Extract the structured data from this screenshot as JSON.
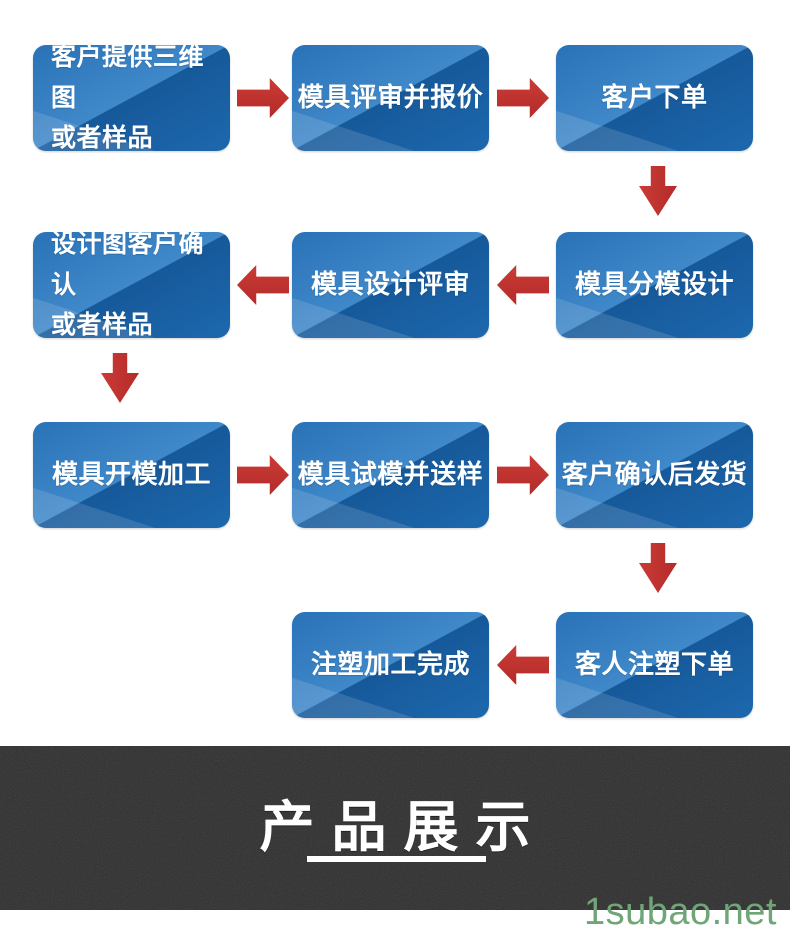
{
  "flowchart": {
    "boxes": [
      {
        "label": "客户提供三维图\n或者样品"
      },
      {
        "label": "模具评审并报价"
      },
      {
        "label": "客户下单"
      },
      {
        "label": "模具分模设计"
      },
      {
        "label": "模具设计评审"
      },
      {
        "label": "设计图客户确认\n或者样品"
      },
      {
        "label": "模具开模加工"
      },
      {
        "label": "模具试模并送样"
      },
      {
        "label": "客户确认后发货"
      },
      {
        "label": "客人注塑下单"
      },
      {
        "label": "注塑加工完成"
      }
    ],
    "colors": {
      "box_blue_light": "#3f88c9",
      "box_blue_dark": "#16599a",
      "arrow_red": "#c0322f",
      "text": "#ffffff"
    }
  },
  "banner": {
    "title": "产品展示",
    "background": "#2e2e2e",
    "text_color": "#ffffff"
  },
  "watermark": {
    "text": "1subao.net",
    "color": "#6fa577"
  }
}
